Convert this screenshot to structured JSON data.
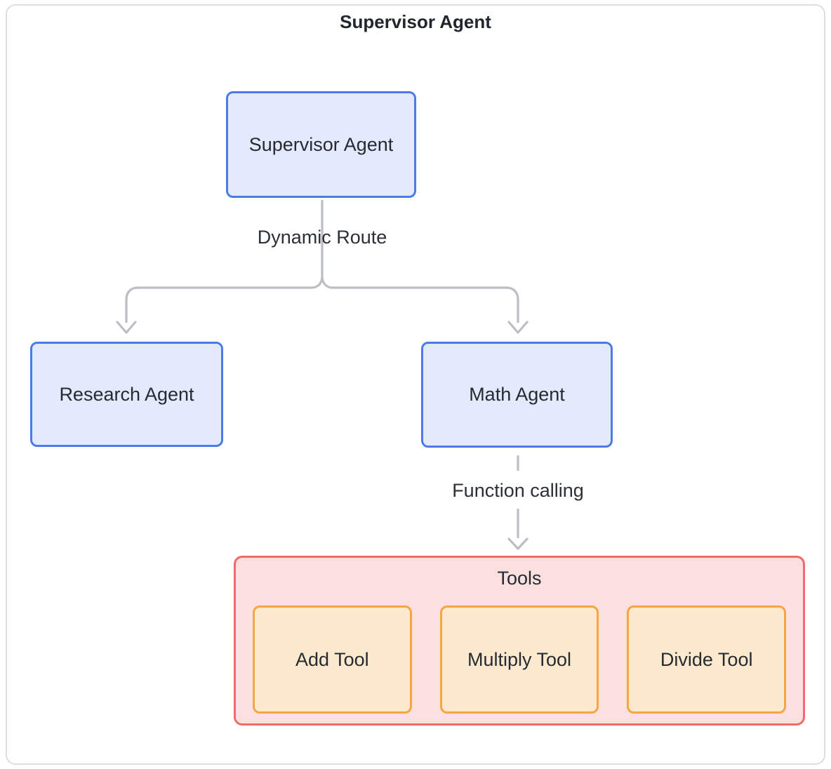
{
  "diagram": {
    "title": "Supervisor Agent",
    "nodes": {
      "supervisor": {
        "label": "Supervisor Agent"
      },
      "research": {
        "label": "Research Agent"
      },
      "math": {
        "label": "Math Agent"
      }
    },
    "edges": {
      "dynamic_route": {
        "label": "Dynamic Route",
        "from": "supervisor",
        "to": "research / math",
        "style": "solid-split"
      },
      "function_calling": {
        "label": "Function calling",
        "from": "math",
        "to": "tools",
        "style": "dashed"
      }
    },
    "tools": {
      "title": "Tools",
      "items": [
        {
          "label": "Add Tool"
        },
        {
          "label": "Multiply Tool"
        },
        {
          "label": "Divide Tool"
        }
      ]
    }
  },
  "colors": {
    "frame-border": "#DBDDE1",
    "node-fill": "#E4EAFB",
    "node-border": "#4A7BE8",
    "edge-line": "#BBBEC3",
    "text": "#262B33",
    "tools-fill": "#FCDFDF",
    "tools-border": "#F2696C",
    "tool-fill": "#FCE9CE",
    "tool-border": "#F2A644"
  }
}
